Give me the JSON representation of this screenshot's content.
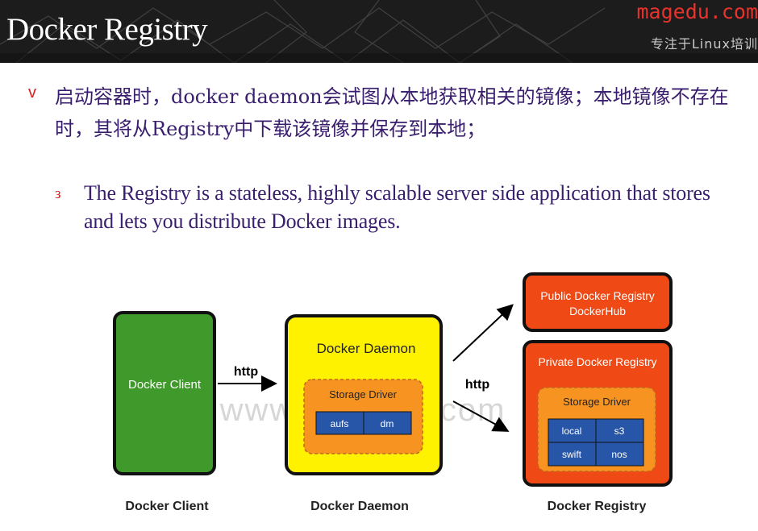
{
  "header": {
    "title": "Docker Registry",
    "brand": "magedu.com",
    "slogan": "专注于Linux培训"
  },
  "content": {
    "bullet_main_marker": "v",
    "bullet_main": "启动容器时，docker daemon会试图从本地获取相关的镜像；本地镜像不存在时，其将从Registry中下载该镜像并保存到本地；",
    "bullet_sub_marker": "з",
    "bullet_sub": "The Registry is a stateless, highly scalable server side application that stores and lets you distribute Docker images."
  },
  "diagram": {
    "client_box": "Docker Client",
    "daemon_box": "Docker Daemon",
    "daemon_storage": "Storage Driver",
    "daemon_drivers": [
      "aufs",
      "dm"
    ],
    "arrow_client_daemon": "http",
    "arrow_daemon_registry": "http",
    "public_registry": [
      "Public Docker Registry",
      "DockerHub"
    ],
    "private_registry": "Private Docker Registry",
    "private_storage": "Storage Driver",
    "private_drivers": [
      "local",
      "s3",
      "swift",
      "nos"
    ],
    "watermark": "www.magedu.com",
    "captions": [
      "Docker Client",
      "Docker Daemon",
      "Docker Registry"
    ],
    "colors": {
      "client": "#3f9a2b",
      "daemon": "#fff200",
      "storage": "#f79421",
      "driver_cell": "#2756a8",
      "registry": "#ef4a15",
      "brand": "#e8332d"
    }
  }
}
